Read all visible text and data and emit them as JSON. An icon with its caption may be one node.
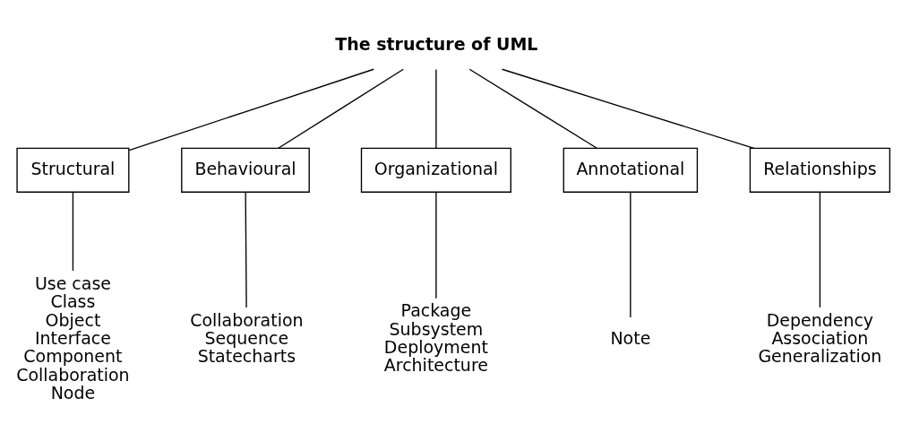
{
  "diagram": {
    "nodes": [
      {
        "text": [
          "The structure of UML"
        ]
      },
      {
        "text": [
          "Structural"
        ]
      },
      {
        "text": [
          "Behavioural"
        ]
      },
      {
        "text": [
          "Organizational"
        ]
      },
      {
        "text": [
          "Annotational"
        ]
      },
      {
        "text": [
          "Relationships"
        ]
      },
      {
        "text": [
          "Use case",
          "Class",
          "Object",
          "Interface",
          "Component",
          "Collaboration",
          "Node"
        ]
      },
      {
        "text": [
          "Collaboration",
          "Sequence",
          "Statecharts"
        ]
      },
      {
        "text": [
          "Package",
          "Subsystem",
          "Deployment",
          "Architecture"
        ]
      },
      {
        "text": [
          "Note"
        ]
      },
      {
        "text": [
          "Dependency",
          "Association",
          "Generalization"
        ]
      }
    ],
    "edges": [
      {
        "from": 0,
        "to": 1,
        "arrow": "none"
      },
      {
        "from": 0,
        "to": 2,
        "arrow": "none"
      },
      {
        "from": 0,
        "to": 3,
        "arrow": "none"
      },
      {
        "from": 0,
        "to": 4,
        "arrow": "none"
      },
      {
        "from": 0,
        "to": 5,
        "arrow": "none"
      },
      {
        "from": 1,
        "to": 6,
        "arrow": "none"
      },
      {
        "from": 2,
        "to": 7,
        "arrow": "none"
      },
      {
        "from": 3,
        "to": 8,
        "arrow": "none"
      },
      {
        "from": 4,
        "to": 9,
        "arrow": "none"
      },
      {
        "from": 5,
        "to": 10,
        "arrow": "none"
      }
    ]
  }
}
